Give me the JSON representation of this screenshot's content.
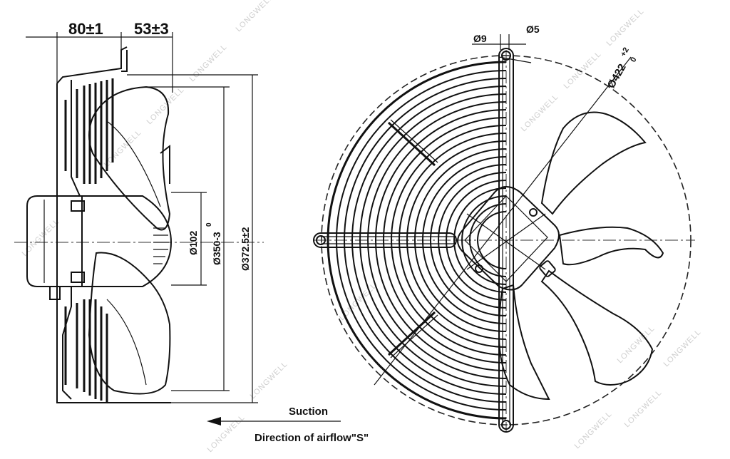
{
  "side_view": {
    "dim_depth": "80±1",
    "dim_offset": "53±3",
    "dim_hub": "Ø102",
    "dim_guard": "Ø350-3",
    "dim_guard_tol": "0",
    "dim_overall": "Ø372.5±2"
  },
  "front_view": {
    "dim_hole": "Ø9",
    "dim_slot": "Ø5",
    "dim_outer": "Ø422",
    "dim_outer_tol_upper": "+2",
    "dim_outer_tol_lower": "0"
  },
  "airflow": {
    "suction_label": "Suction",
    "direction_label": "Direction of airflow\"S\""
  },
  "watermark": {
    "text": "LONGWELL"
  },
  "colors": {
    "line": "#111111",
    "watermark": "#cfcfcf",
    "background": "#ffffff"
  }
}
